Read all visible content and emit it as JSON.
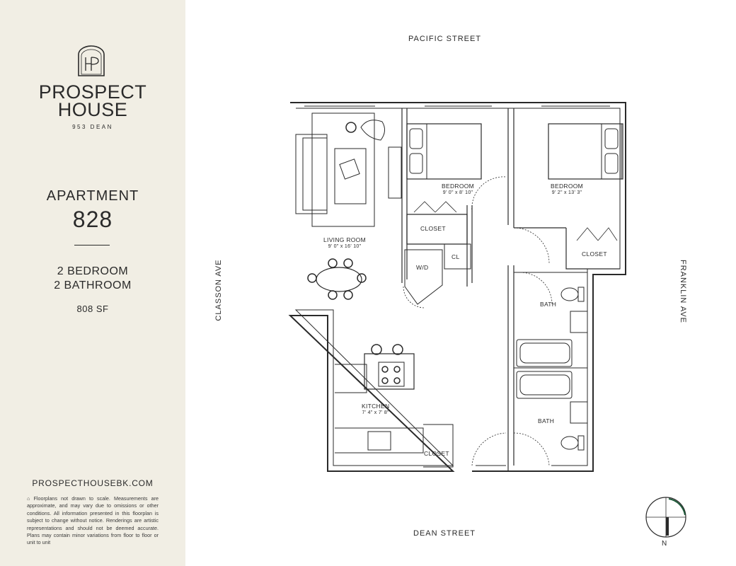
{
  "brand": {
    "name_line1": "PROSPECT",
    "name_line2": "HOUSE",
    "address": "953 DEAN",
    "logo_letters": "HP"
  },
  "apartment": {
    "label": "APARTMENT",
    "number": "828",
    "bedrooms": "2 BEDROOM",
    "bathrooms": "2 BATHROOM",
    "area": "808 SF"
  },
  "footer": {
    "website": "PROSPECTHOUSEBK.COM",
    "disclaimer": "Floorplans not drawn to scale. Measurements are approximate, and may vary due to omissions or other conditions. All information presented in this floorplan is subject to change without notice. Renderings are artistic representations and should not be deemed accurate. Plans may contain minor variations from floor to floor or unit to unit"
  },
  "streets": {
    "north": "PACIFIC STREET",
    "south": "DEAN STREET",
    "west": "CLASSON AVE",
    "east": "FRANKLIN AVE"
  },
  "rooms": {
    "living": {
      "name": "LIVING ROOM",
      "dims": "9' 0\" x 16' 10\""
    },
    "bedroom1": {
      "name": "BEDROOM",
      "dims": "9' 0\" x 8' 10\""
    },
    "bedroom2": {
      "name": "BEDROOM",
      "dims": "9' 2\" x 13' 3\""
    },
    "kitchen": {
      "name": "KITCHEN",
      "dims": "7' 4\" x 7' 8\""
    },
    "closet1": "CLOSET",
    "closet2": "CLOSET",
    "closet3": "CLOSET",
    "cl": "CL",
    "wd": "W/D",
    "bath1": "BATH",
    "bath2": "BATH"
  },
  "compass": {
    "label": "N"
  },
  "colors": {
    "sidebar_bg": "#f1eee4",
    "ink": "#2a2a2a",
    "compass_accent": "#1f5a3a"
  }
}
